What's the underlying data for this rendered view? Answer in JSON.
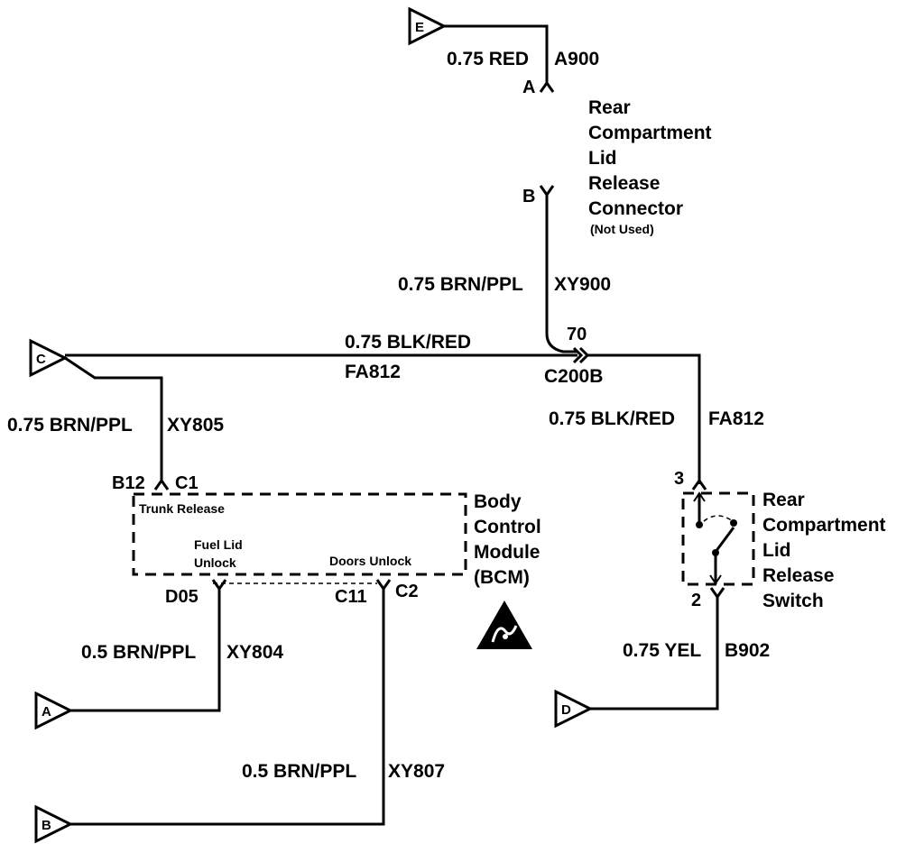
{
  "terminals": {
    "E": "E",
    "C": "C",
    "A": "A",
    "B": "B",
    "D": "D"
  },
  "wires": {
    "a900_size_color": "0.75 RED",
    "a900_circuit": "A900",
    "xy900_size_color": "0.75 BRN/PPL",
    "xy900_circuit": "XY900",
    "fa812_top_size_color": "0.75 BLK/RED",
    "fa812_top_circuit": "FA812",
    "fa812_right_size_color": "0.75 BLK/RED",
    "fa812_right_circuit": "FA812",
    "xy805_size_color": "0.75 BRN/PPL",
    "xy805_circuit": "XY805",
    "xy804_size_color": "0.5 BRN/PPL",
    "xy804_circuit": "XY804",
    "xy807_size_color": "0.5 BRN/PPL",
    "xy807_circuit": "XY807",
    "b902_size_color": "0.75 YEL",
    "b902_circuit": "B902"
  },
  "connector_release": {
    "pin_a": "A",
    "pin_b": "B",
    "label_lines": [
      "Rear",
      "Compartment",
      "Lid",
      "Release",
      "Connector"
    ],
    "note": "(Not Used)"
  },
  "splice": {
    "pin": "70",
    "name": "C200B"
  },
  "bcm": {
    "pin_b12": "B12",
    "conn_c1": "C1",
    "pin_d05": "D05",
    "pin_c11": "C11",
    "conn_c2": "C2",
    "trunk_release": "Trunk Release",
    "fuel_lid_line1": "Fuel Lid",
    "fuel_lid_line2": "Unlock",
    "doors_unlock": "Doors Unlock",
    "label_lines": [
      "Body",
      "Control",
      "Module",
      "(BCM)"
    ]
  },
  "switch": {
    "pin_3": "3",
    "pin_2": "2",
    "label_lines": [
      "Rear",
      "Compartment",
      "Lid",
      "Release",
      "Switch"
    ]
  }
}
